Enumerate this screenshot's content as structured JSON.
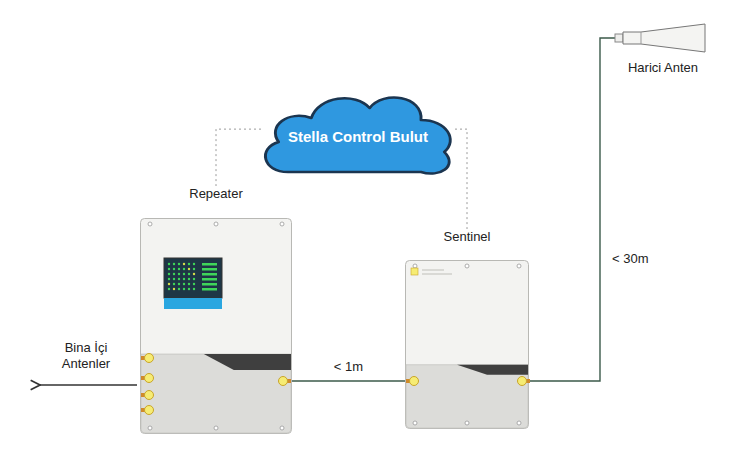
{
  "diagram": {
    "nodes": [
      {
        "text": [
          "Stella Control Bulut"
        ]
      },
      {
        "text": [
          "Repeater"
        ]
      },
      {
        "text": [
          "Sentinel"
        ]
      },
      {
        "text": [
          "Harici Anten"
        ]
      }
    ],
    "edges": [
      {
        "from": 0,
        "to": 1,
        "arrow": "none"
      },
      {
        "from": 0,
        "to": 2,
        "arrow": "none"
      },
      {
        "from": 1,
        "to": 2,
        "label": "< 1m",
        "arrow": "none"
      },
      {
        "from": 2,
        "to": 3,
        "label": "< 30m",
        "arrow": "none"
      }
    ],
    "labels": [
      "Bina İçi Antenler"
    ]
  }
}
